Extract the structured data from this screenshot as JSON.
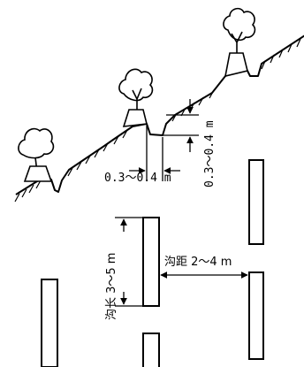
{
  "labels": {
    "trench_width": "0.3～0.4 m",
    "trench_depth": "0.3～0.4 m",
    "trench_spacing": "沟距 2～4 m",
    "trench_length": "沟长 3～5 m"
  }
}
